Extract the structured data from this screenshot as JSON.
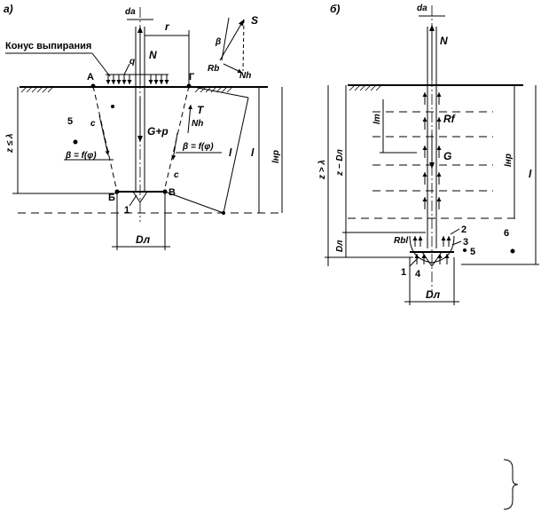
{
  "panel_a": {
    "label": "а)",
    "cone_label": "Конус выпирания",
    "d_label": "dа",
    "r_label": "r",
    "N_label": "N",
    "q_label": "q",
    "S_label": "S",
    "beta_label": "β",
    "Rb_label": "Rb",
    "Nh_label": "Nh",
    "A_label": "А",
    "G_label": "Г",
    "B_label": "Б",
    "V_label": "В",
    "five_label": "5",
    "c_left_label": "c",
    "c_right_label": "c",
    "Gp_label": "G+p",
    "T_label": "T",
    "Nh2_label": "Nh",
    "beta_phi_left": "β = f(φ)",
    "beta_phi_right": "β = f(φ)",
    "one_label": "1",
    "z_label": "z ≤ λ",
    "l_label_inclined": "l",
    "l_label_vertical": "l",
    "lnp_label": "lнр",
    "D_label": "Dл"
  },
  "panel_b": {
    "label": "б)",
    "d_label": "dа",
    "N_label": "N",
    "lт_label": "lт",
    "Rf_label": "Rf",
    "G_label": "G",
    "z_label": "z > λ",
    "z2_label": "z − Dл",
    "lnp_label": "lнр",
    "l_label": "l",
    "Dл_label": "Dл",
    "Rbl_label": "Rbl",
    "n1_label": "1",
    "n2_label": "2",
    "n3_label": "3",
    "n4_label": "4",
    "n5_label": "5",
    "n6_label": "6",
    "D_label": "Dл"
  }
}
